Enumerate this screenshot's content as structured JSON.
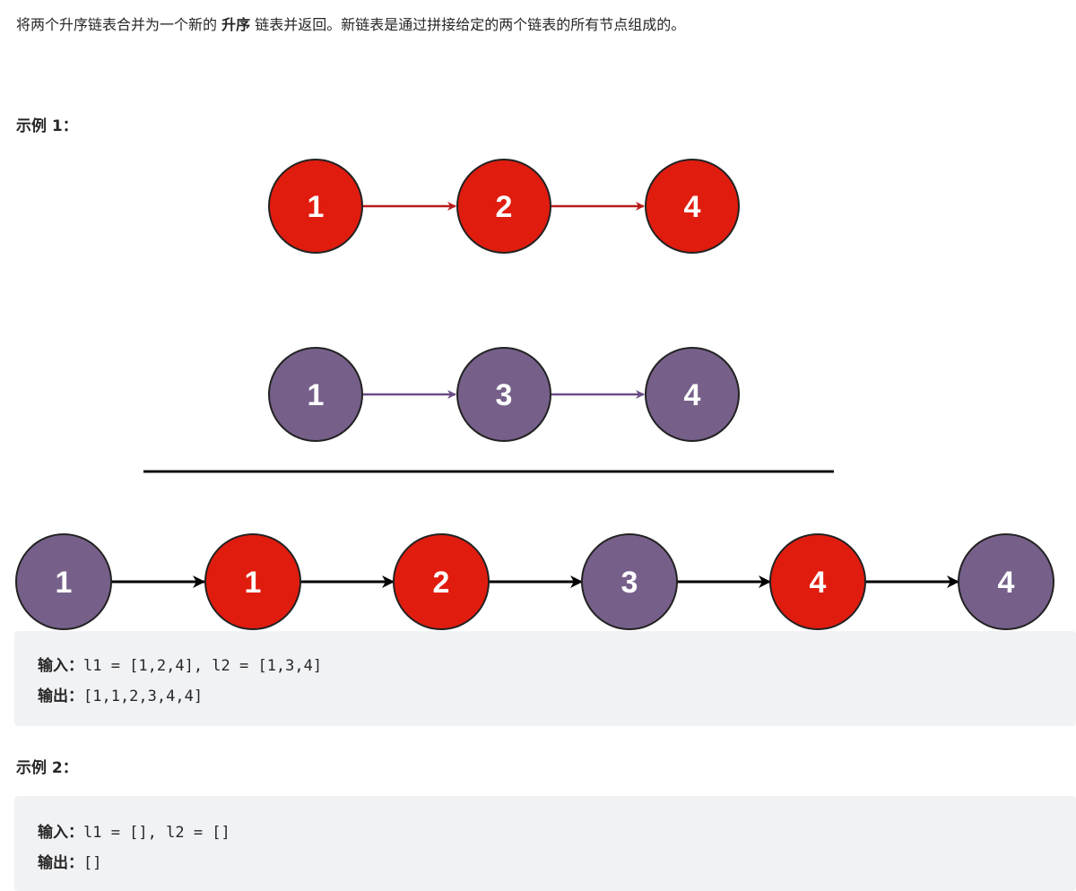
{
  "intro": {
    "before": "将两个升序链表合并为一个新的 ",
    "emphasis": "升序",
    "after": " 链表并返回。新链表是通过拼接给定的两个链表的所有节点组成的。"
  },
  "examples": [
    {
      "heading": "示例 1：",
      "input_label": "输入：",
      "input_value": "l1 = [1,2,4], l2 = [1,3,4]",
      "output_label": "输出：",
      "output_value": "[1,1,2,3,4,4]"
    },
    {
      "heading": "示例 2：",
      "input_label": "输入：",
      "input_value": "l1 = [], l2 = []",
      "output_label": "输出：",
      "output_value": "[]"
    }
  ],
  "colors": {
    "red_node": "#e01c0f",
    "purple_node": "#76608a",
    "red_arrow": "#b91c1c",
    "purple_arrow": "#6a4c86",
    "black_arrow": "#000000",
    "code_bg": "#f1f2f4"
  },
  "diagram": {
    "list1": [
      "1",
      "2",
      "4"
    ],
    "list2": [
      "1",
      "3",
      "4"
    ],
    "merged": [
      {
        "value": "1",
        "color": "purple"
      },
      {
        "value": "1",
        "color": "red"
      },
      {
        "value": "2",
        "color": "red"
      },
      {
        "value": "3",
        "color": "purple"
      },
      {
        "value": "4",
        "color": "red"
      },
      {
        "value": "4",
        "color": "purple"
      }
    ]
  }
}
